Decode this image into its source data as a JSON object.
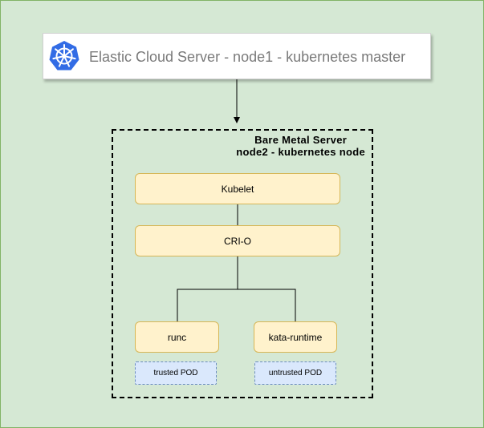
{
  "diagram": {
    "master": {
      "title": "Elastic Cloud Server - node1 - kubernetes master",
      "icon": "kubernetes-helm-icon"
    },
    "bare_metal": {
      "title_line1": "Bare Metal Server",
      "title_line2": "node2 - kubernetes node"
    },
    "kubelet": "Kubelet",
    "crio": "CRI-O",
    "runc": "runc",
    "kata": "kata-runtime",
    "trusted_pod": "trusted POD",
    "untrusted_pod": "untrusted POD"
  },
  "colors": {
    "background": "#d5e8d4",
    "background_border": "#82b366",
    "component_fill": "#fff2cc",
    "component_border": "#d6b656",
    "pod_fill": "#dae8fc",
    "pod_border": "#6c8ebf",
    "kubernetes_blue": "#326ce5"
  }
}
